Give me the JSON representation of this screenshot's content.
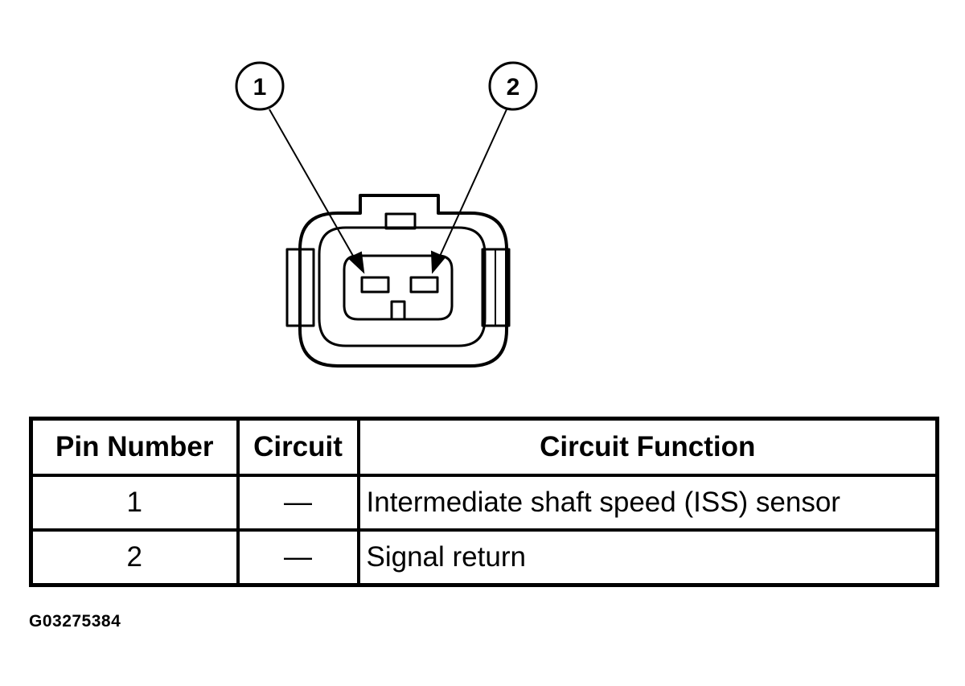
{
  "diagram": {
    "callouts": [
      "1",
      "2"
    ]
  },
  "table": {
    "headers": [
      "Pin Number",
      "Circuit",
      "Circuit Function"
    ],
    "rows": [
      {
        "pin": "1",
        "circuit": "—",
        "function": "Intermediate shaft speed (ISS) sensor"
      },
      {
        "pin": "2",
        "circuit": "—",
        "function": "Signal return"
      }
    ]
  },
  "figure_id": "G03275384"
}
